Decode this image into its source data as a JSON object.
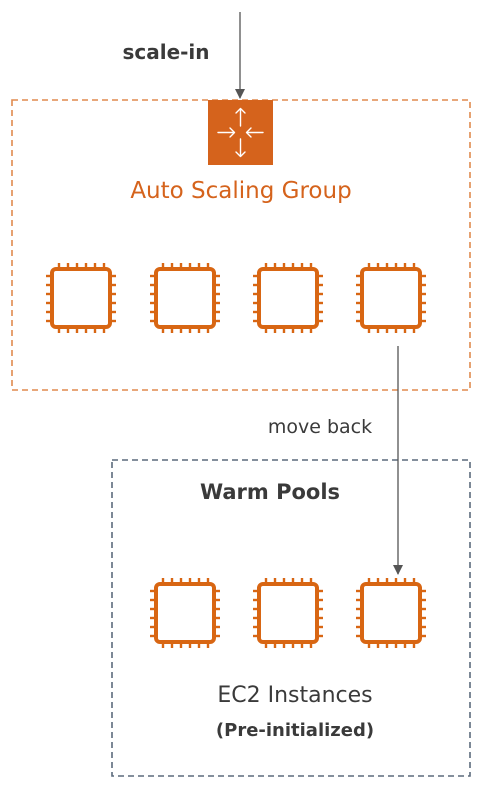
{
  "labels": {
    "scale_in": "scale-in",
    "auto_scaling_group": "Auto Scaling Group",
    "move_back": "move back",
    "warm_pools": "Warm Pools",
    "ec2_instances": "EC2 Instances",
    "pre_initialized": "(Pre-initialized)"
  },
  "auto_scaling_group": {
    "instance_count": 4
  },
  "warm_pool": {
    "instance_count": 3
  },
  "colors": {
    "aws_orange": "#d5631c",
    "chip_orange": "#d86613",
    "asg_border": "#e08a4e",
    "warm_border": "#5b6a7c",
    "arrow": "#555555",
    "text_dark": "#3a3a3a"
  },
  "icons": {
    "auto_scaling": "auto-scaling-icon",
    "ec2_instance": "ec2-instance-icon"
  }
}
